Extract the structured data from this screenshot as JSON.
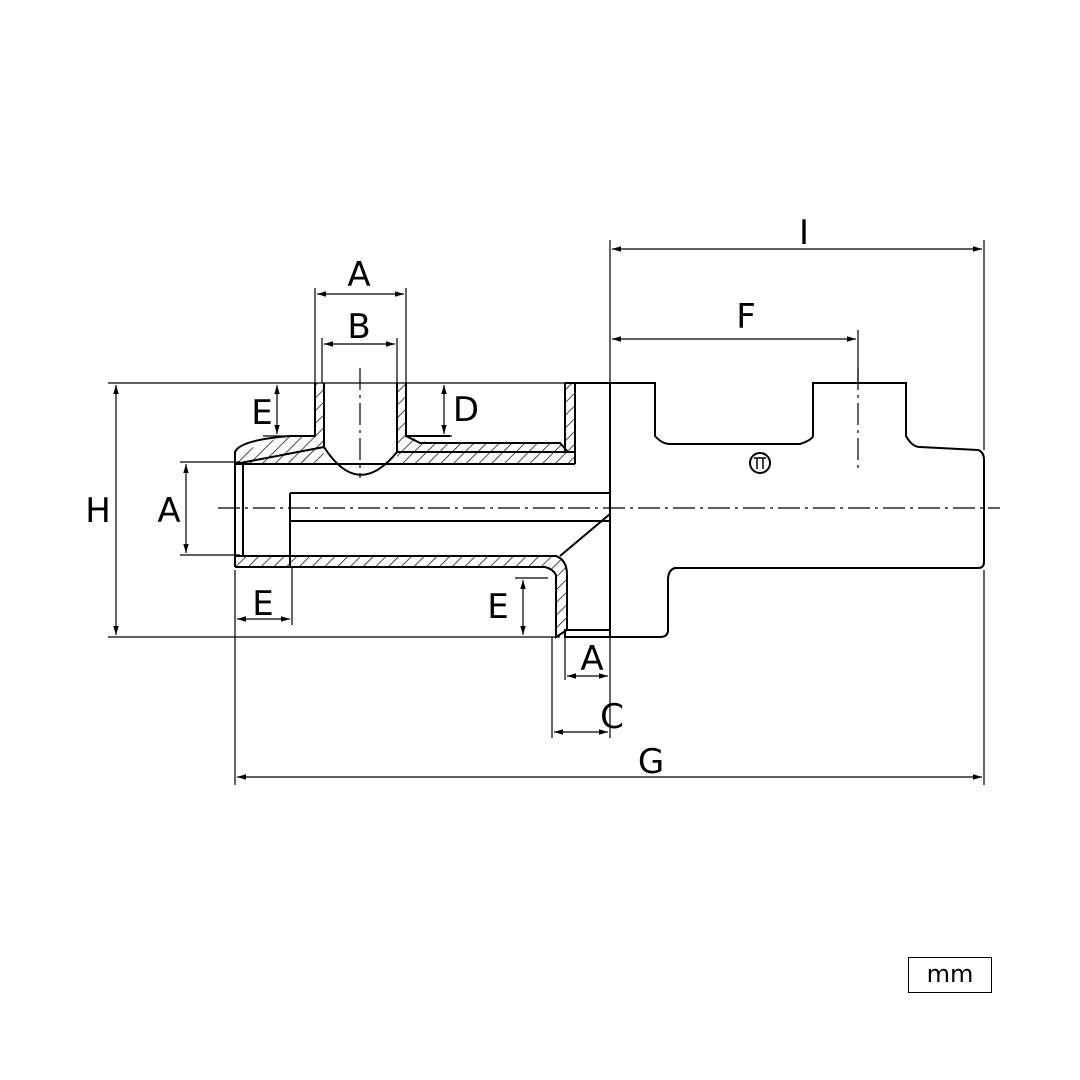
{
  "drawing": {
    "dimension_labels": {
      "a_top": "A",
      "b_top": "B",
      "d_top": "D",
      "e_top": "E",
      "h_left": "H",
      "a_left": "A",
      "e_bottom_left": "E",
      "e_bottom_mid": "E",
      "a_bottom": "A",
      "c_bottom": "C",
      "g_bottom": "G",
      "i_top": "I",
      "f_top": "F"
    },
    "unit": "mm"
  }
}
